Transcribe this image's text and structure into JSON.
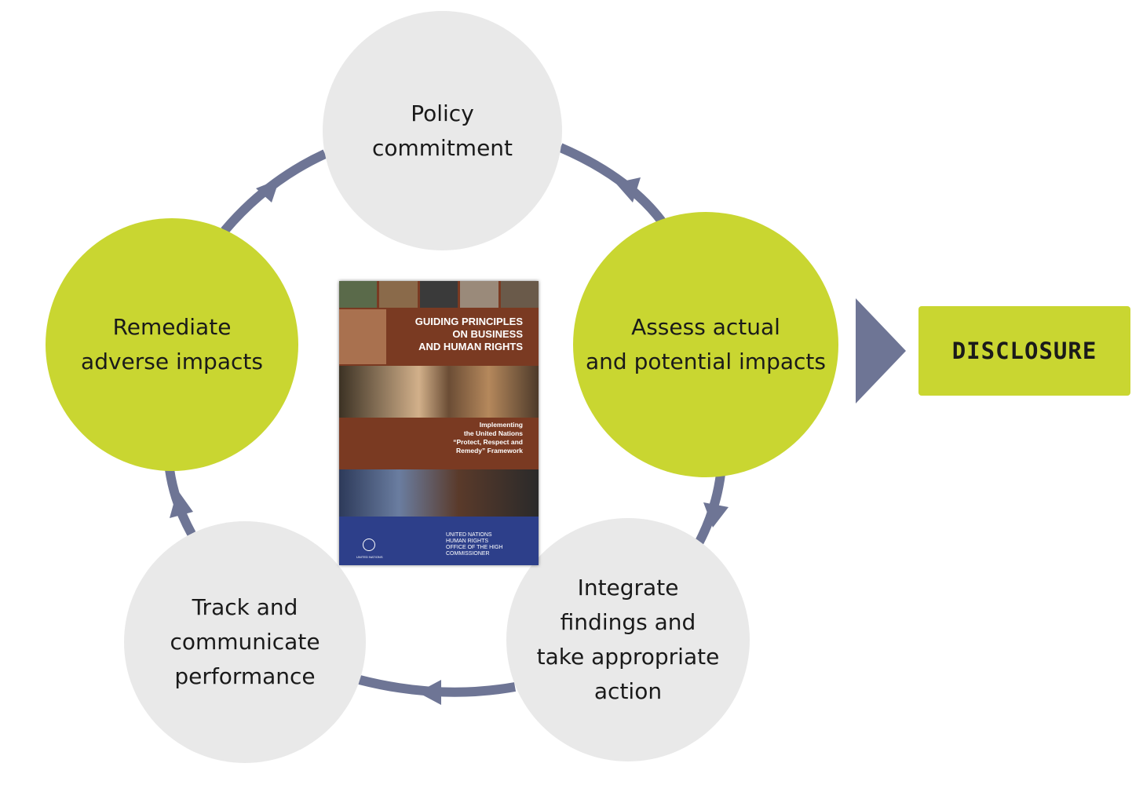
{
  "diagram": {
    "nodes": [
      {
        "id": "policy",
        "label": "Policy\ncommitment"
      },
      {
        "id": "assess",
        "label": "Assess actual\nand potential impacts"
      },
      {
        "id": "integrate",
        "label": "Integrate\nfindings and\ntake appropriate\naction"
      },
      {
        "id": "track",
        "label": "Track and\ncommunicate\nperformance"
      },
      {
        "id": "remediate",
        "label": "Remediate\nadverse impacts"
      }
    ],
    "disclosure": "DISCLOSURE",
    "colors": {
      "gray_circle": "#e9e9e9",
      "green_accent": "#c9d631",
      "arrow": "#6e7595",
      "cover_background": "#7a3a22"
    },
    "report_cover": {
      "title": "GUIDING PRINCIPLES\nON BUSINESS\nAND HUMAN RIGHTS",
      "subtitle": "Implementing\nthe United Nations\n“Protect, Respect and\nRemedy” Framework",
      "publisher": "UNITED NATIONS\nHUMAN RIGHTS\nOFFICE OF THE HIGH COMMISSIONER",
      "un_label": "UNITED NATIONS"
    }
  }
}
